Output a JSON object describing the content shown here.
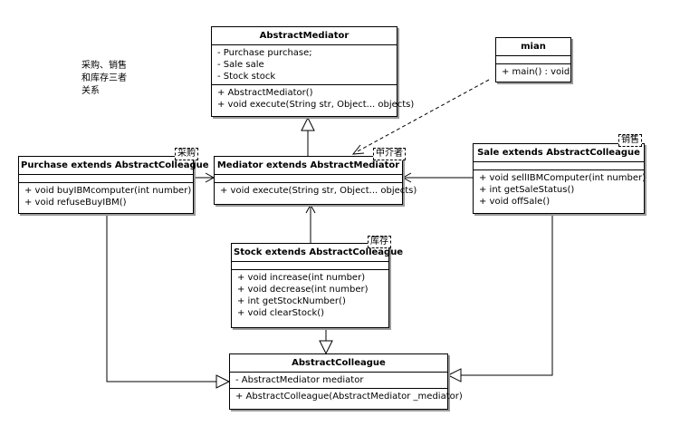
{
  "note": "采购、销售\n和库存三者\n关系",
  "classes": {
    "abstract_mediator": {
      "title": "AbstractMediator",
      "attrs": [
        "- Purchase purchase;",
        "- Sale sale",
        "- Stock stock"
      ],
      "ops": [
        "+ AbstractMediator()",
        "+ void execute(String str, Object... objects)"
      ]
    },
    "mian": {
      "title": "mian",
      "attrs": [],
      "ops": [
        "+ main() : void"
      ]
    },
    "purchase": {
      "title": "Purchase extends AbstractColleague",
      "tag": "采购",
      "attrs": [],
      "ops": [
        "+ void buyIBMcomputer(int number)",
        "+ void refuseBuyIBM()"
      ]
    },
    "mediator": {
      "title": "Mediator extends AbstractMediator",
      "tag": "中介者",
      "attrs": [],
      "ops": [
        "+ void execute(String str, Object... objects)"
      ]
    },
    "sale": {
      "title": "Sale extends AbstractColleague",
      "tag": "销售",
      "attrs": [],
      "ops": [
        "+ void sellIBMComputer(int number)",
        "+ int getSaleStatus()",
        "+ void offSale()"
      ]
    },
    "stock": {
      "title": "Stock extends AbstractColleague",
      "tag": "库存",
      "attrs": [],
      "ops": [
        "+ void increase(int number)",
        "+ void decrease(int number)",
        "+ int getStockNumber()",
        "+ void clearStock()"
      ]
    },
    "abstract_colleague": {
      "title": "AbstractColleague",
      "attrs": [
        "- AbstractMediator mediator"
      ],
      "ops": [
        "+ AbstractColleague(AbstractMediator _mediator)"
      ]
    }
  }
}
